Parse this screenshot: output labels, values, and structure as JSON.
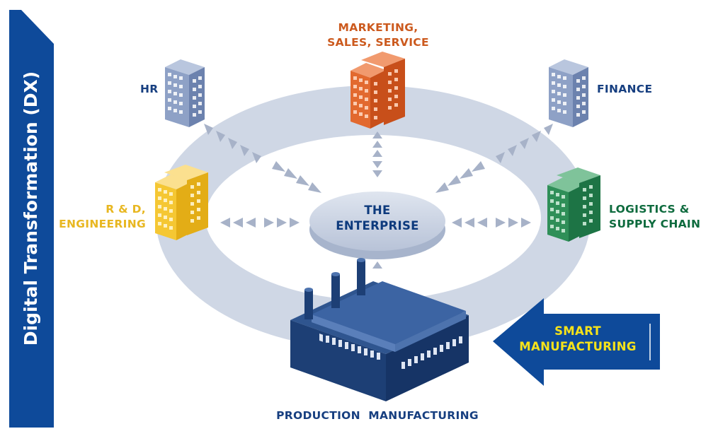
{
  "sidebar": {
    "title": "Digital Transformation (DX)"
  },
  "center": {
    "line1": "THE",
    "line2": "ENTERPRISE"
  },
  "departments": {
    "marketing": {
      "line1": "MARKETING,",
      "line2": "SALES, SERVICE",
      "color": "#cc5a1e"
    },
    "hr": {
      "label": "HR",
      "color": "#173f80"
    },
    "finance": {
      "label": "FINANCE",
      "color": "#173f80"
    },
    "rnd": {
      "line1": "R & D,",
      "line2": "ENGINEERING",
      "color": "#e8b721"
    },
    "logistics": {
      "line1": "LOGISTICS &",
      "line2": "SUPPLY CHAIN",
      "color": "#0e6b3e"
    },
    "production": {
      "label": "PRODUCTION  MANUFACTURING",
      "color": "#173f80"
    }
  },
  "smart_arrow": {
    "line1": "SMART",
    "line2": "MANUFACTURING",
    "text_color": "#f5e21a",
    "fill": "#0e4a9a"
  },
  "colors": {
    "ring": "#cfd7e5",
    "ellipse": "#c3cde0",
    "sidebar": "#0e4a9a"
  }
}
